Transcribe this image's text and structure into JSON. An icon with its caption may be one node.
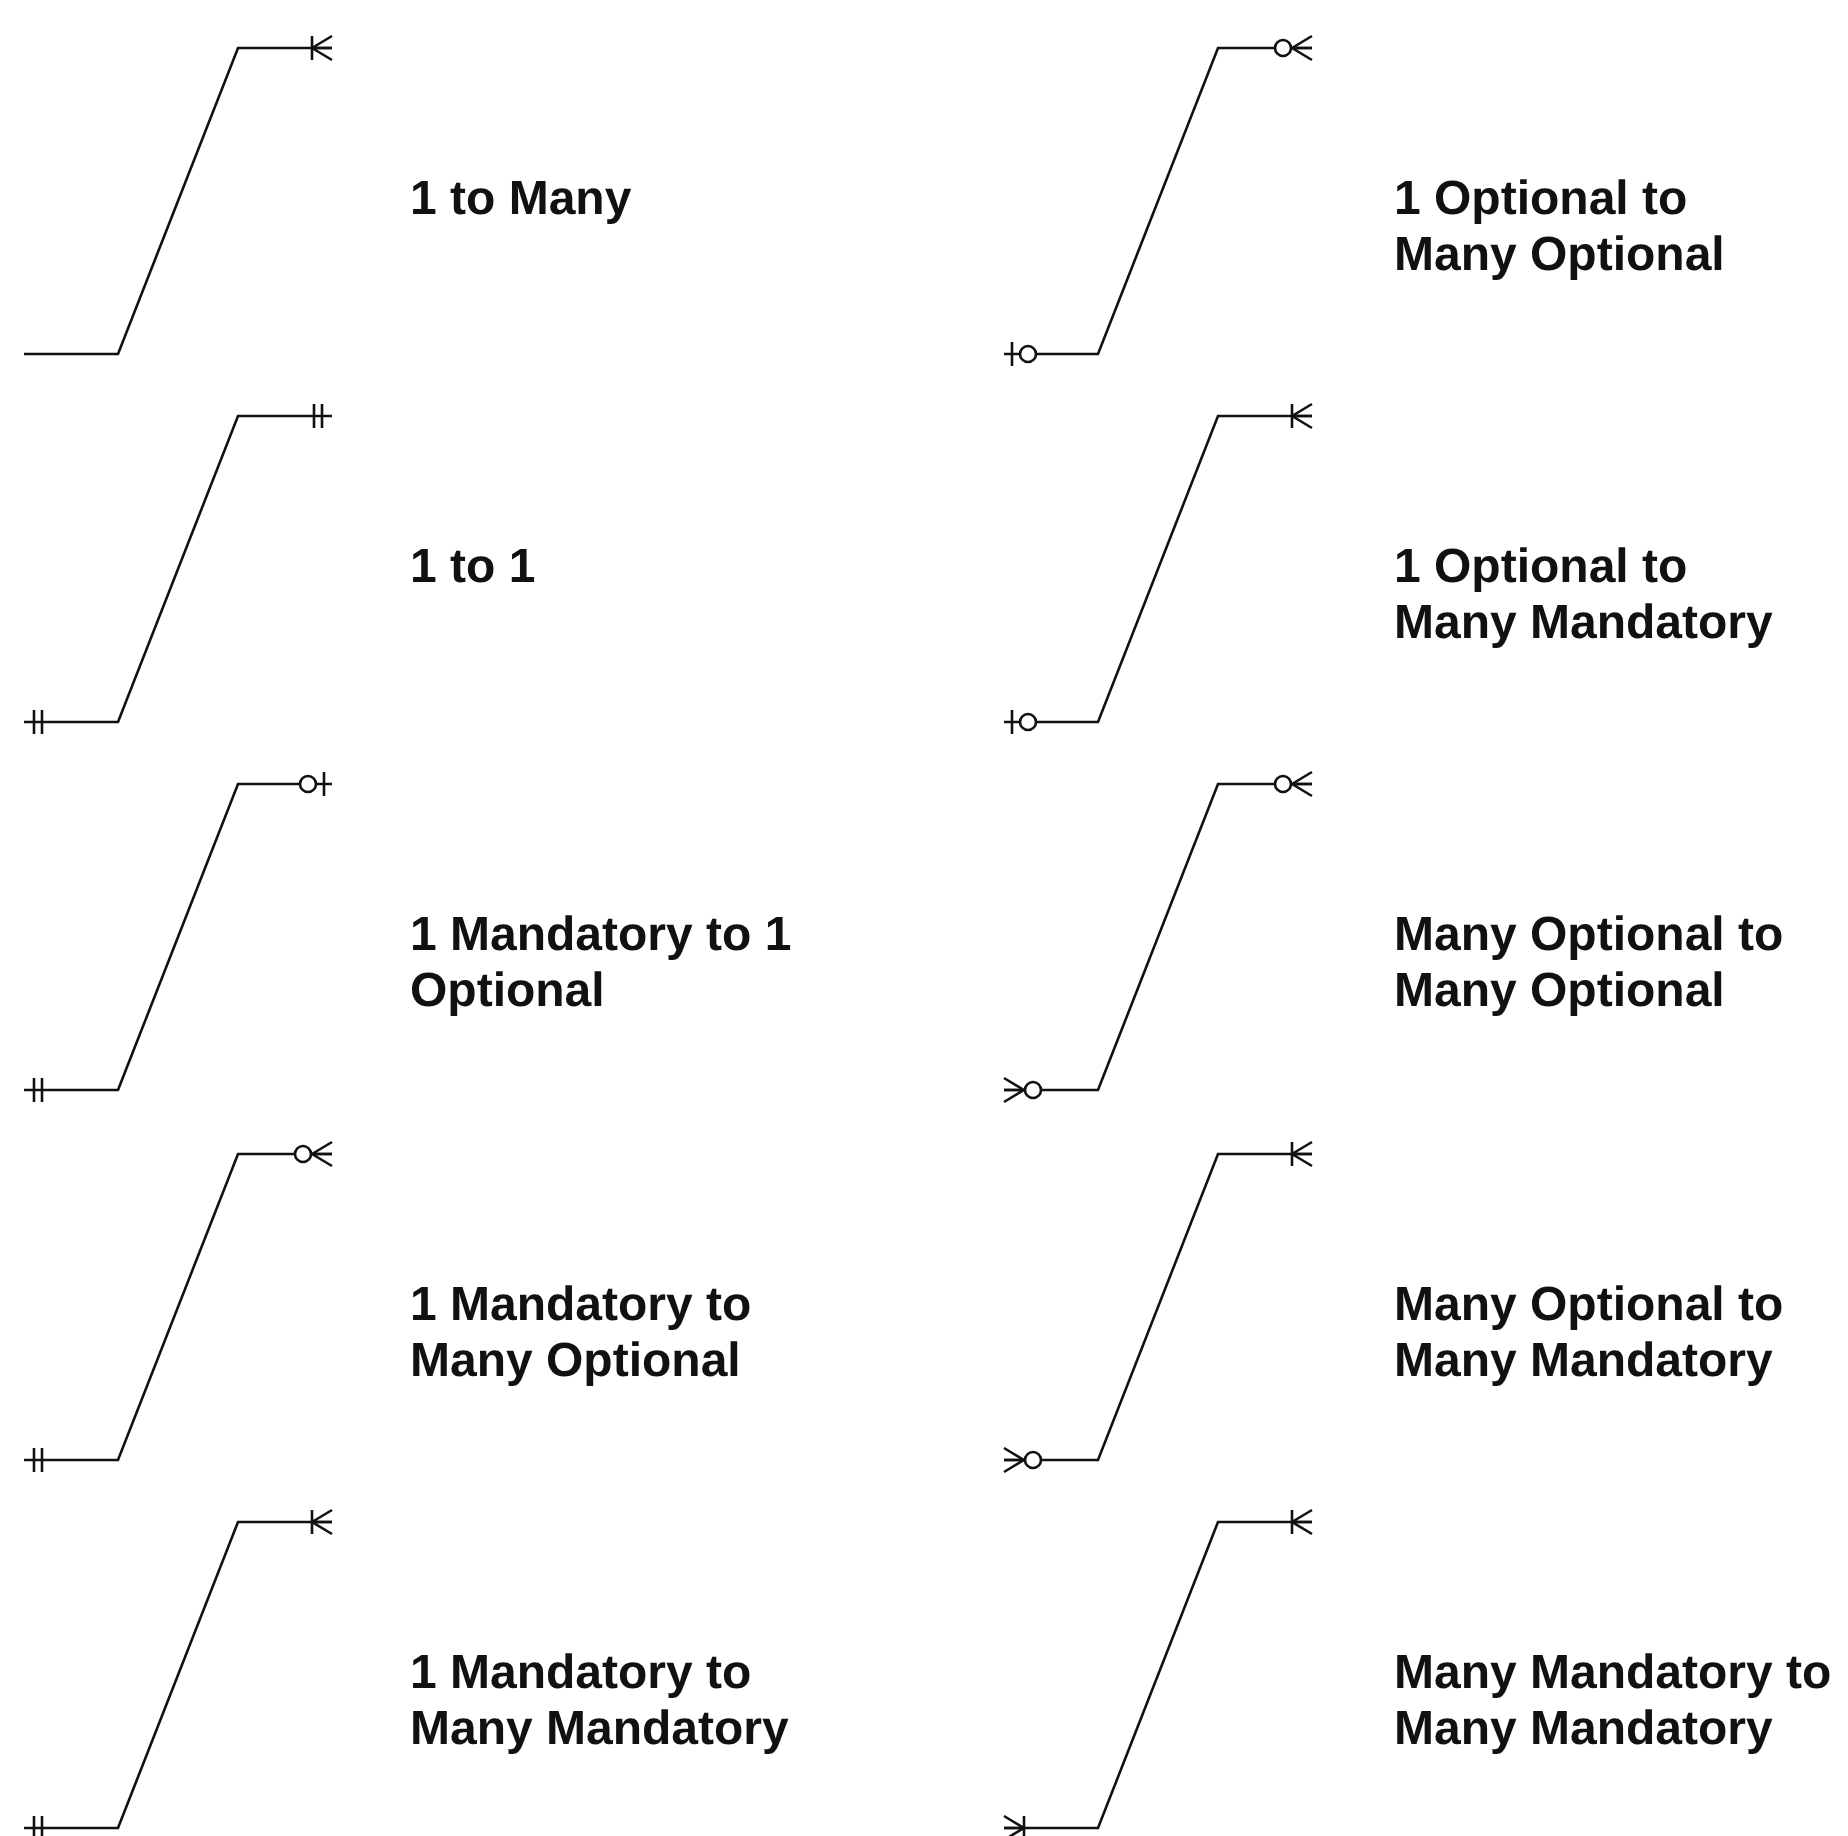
{
  "diagram": {
    "labels": [
      "1 to Many",
      "1 Optional to Many Optional",
      "1 to 1",
      "1 Optional to Many Mandatory",
      "1 Mandatory to 1 Optional",
      "Many Optional to Many Optional",
      "1 Mandatory to Many Optional",
      "Many Optional to Many Mandatory",
      "1 Mandatory to Many Mandatory",
      "Many Mandatory to Many Mandatory"
    ]
  }
}
